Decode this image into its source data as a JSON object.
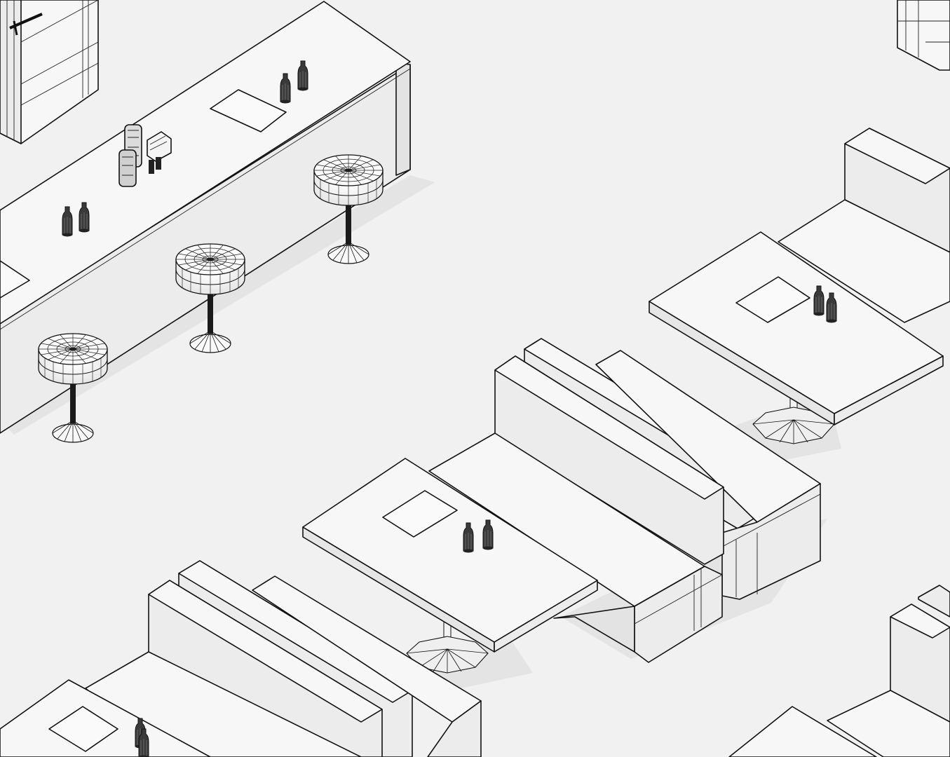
{
  "scene": {
    "style": "isometric wireframe render",
    "palette": {
      "background": "#f1f1f1",
      "surface": "#f7f7f7",
      "side": "#e6e6e6",
      "line": "#111111"
    },
    "objects": {
      "counter": 1,
      "bar_stools": 3,
      "booth_tables": 3,
      "booth_benches": 6,
      "condiment_bottle_pairs": 6,
      "menus": 5
    }
  }
}
